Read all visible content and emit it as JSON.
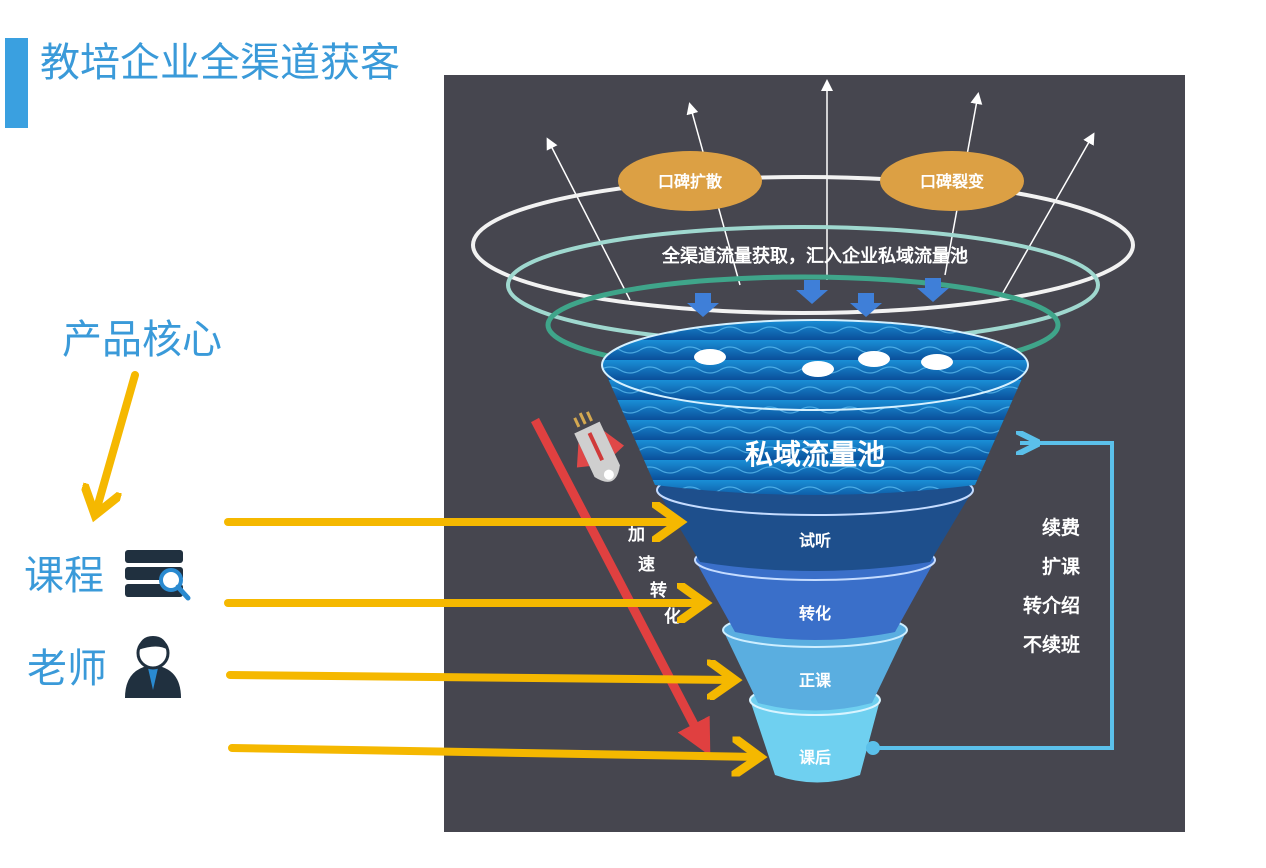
{
  "title": "教培企业全渠道获客",
  "left": {
    "core_label": "产品核心",
    "course_label": "课程",
    "teacher_label": "老师"
  },
  "diagram": {
    "word_of_mouth_spread": "口碑扩散",
    "word_of_mouth_fission": "口碑裂变",
    "inflow_caption": "全渠道流量获取，汇入企业私域流量池",
    "pool_label": "私域流量池",
    "stages": [
      "试听",
      "转化",
      "正课",
      "课后"
    ],
    "accelerate": [
      "加",
      "速",
      "转",
      "化"
    ],
    "retention": [
      "续费",
      "扩课",
      "转介绍",
      "不续班"
    ]
  },
  "colors": {
    "accent": "#3aa0e0",
    "panel": "#46464f",
    "yellow_arrow": "#f5b800",
    "red_arrow": "#e04040",
    "orange_oval": "#dca044",
    "loop_line": "#5bc0ea"
  }
}
